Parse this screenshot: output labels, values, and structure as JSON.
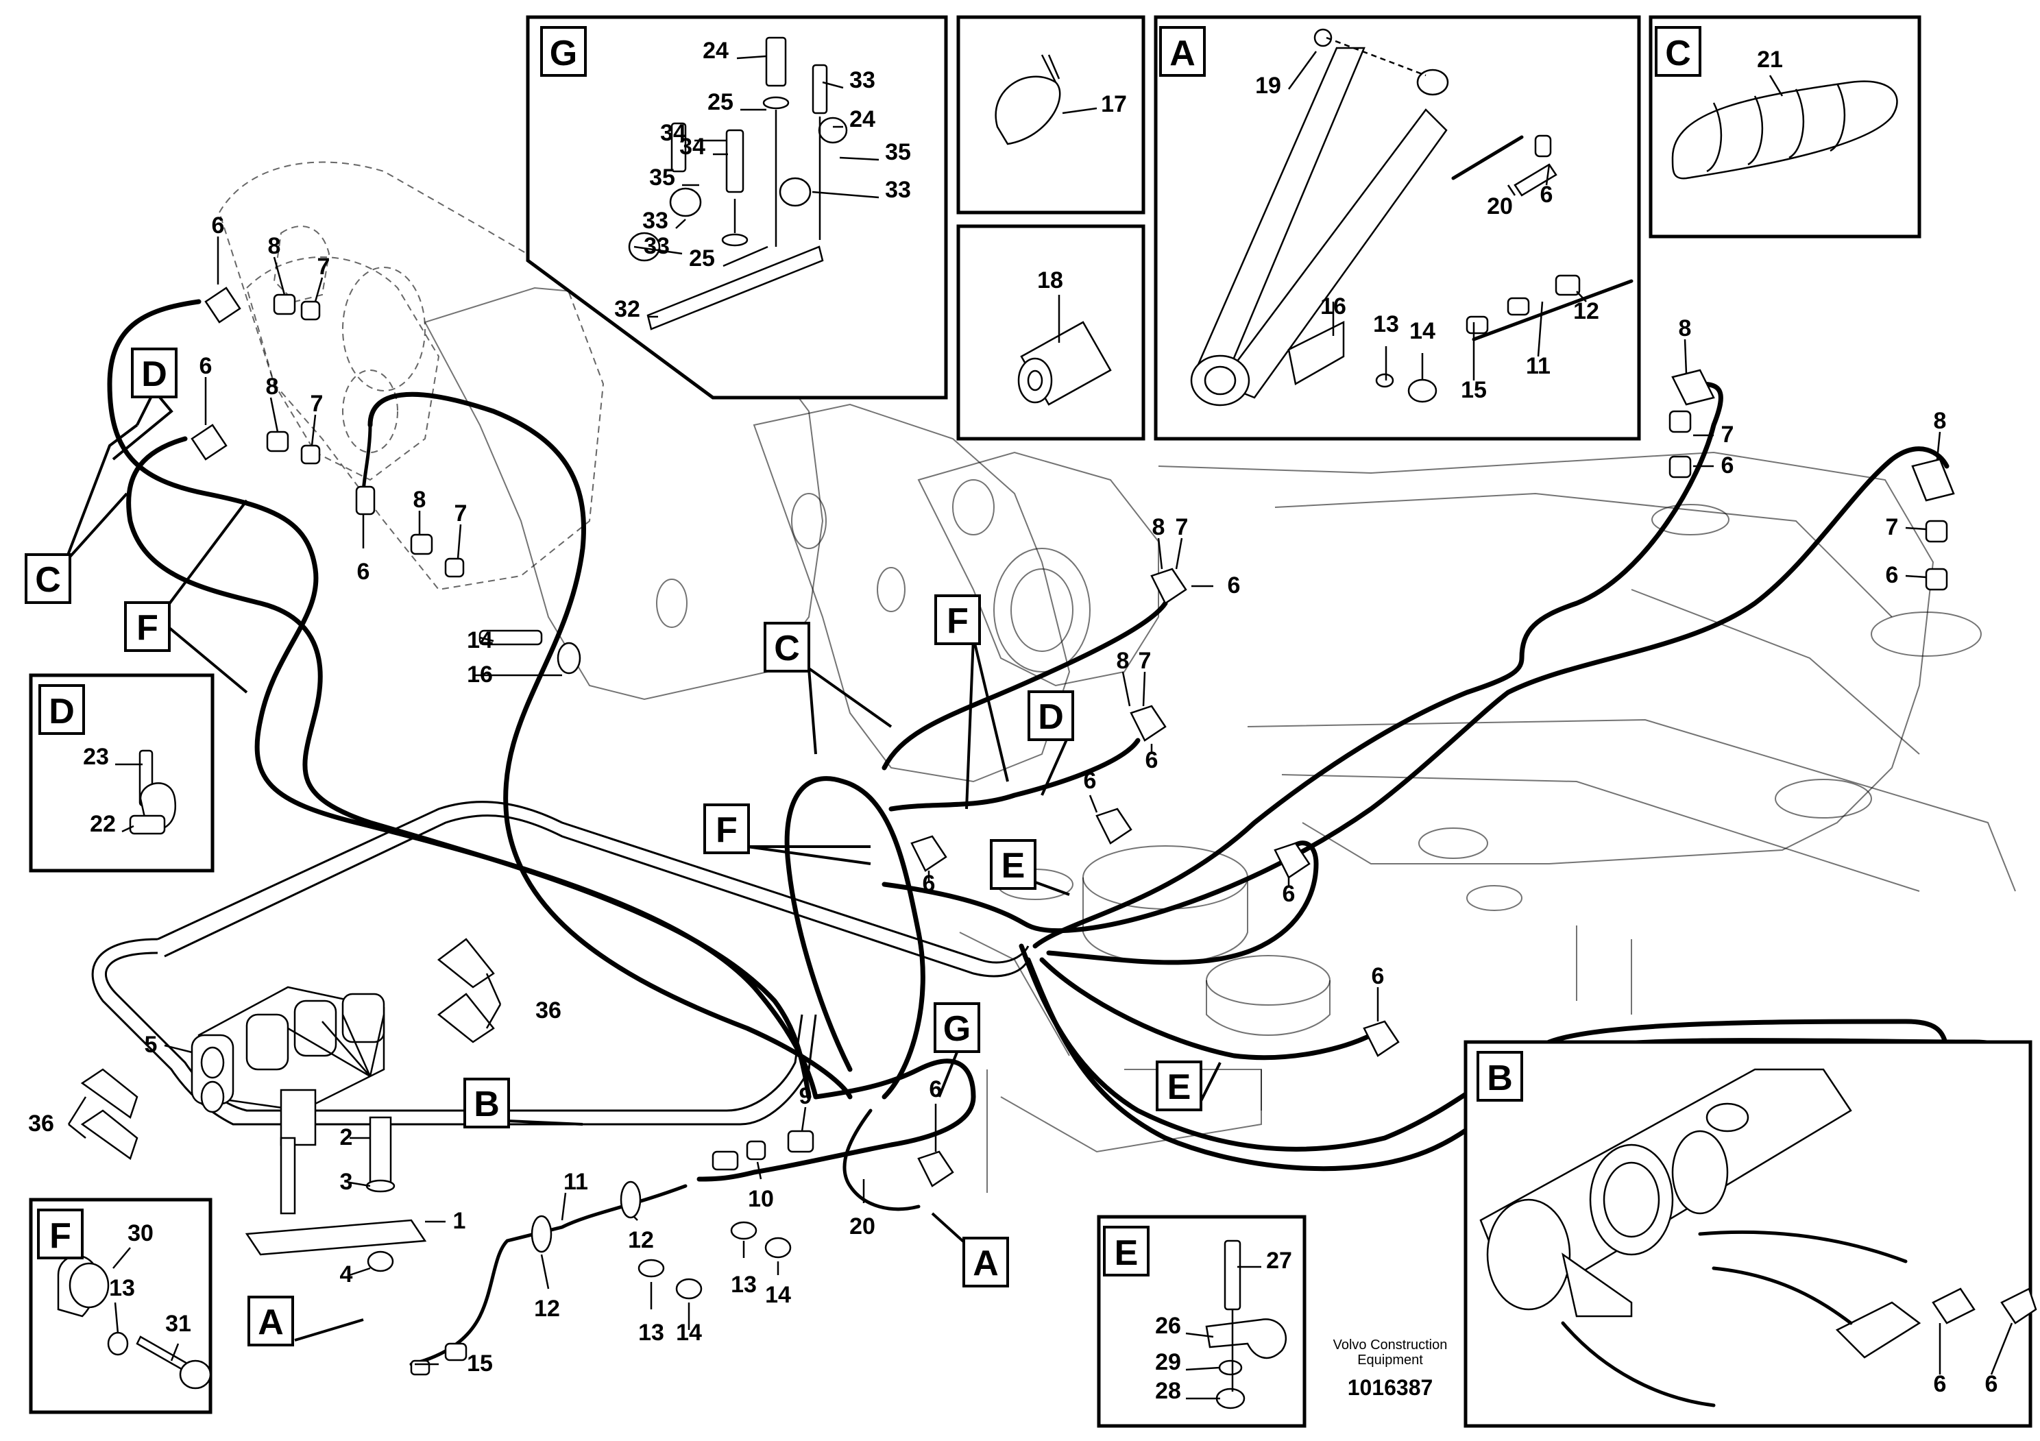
{
  "credit": {
    "line1": "Volvo Construction",
    "line2": "Equipment",
    "doc_number": "1016387"
  },
  "insets": [
    {
      "letter": "G",
      "callouts": [
        "24",
        "25",
        "34",
        "35",
        "33",
        "33",
        "33",
        "24",
        "34",
        "35",
        "33",
        "25",
        "32"
      ]
    },
    {
      "letter": "",
      "callouts": [
        "17"
      ]
    },
    {
      "letter": "",
      "callouts": [
        "18"
      ]
    },
    {
      "letter": "A",
      "callouts": [
        "19",
        "20",
        "6",
        "16",
        "13",
        "14",
        "15",
        "11",
        "12"
      ]
    },
    {
      "letter": "C",
      "callouts": [
        "21"
      ]
    },
    {
      "letter": "D",
      "callouts": [
        "23",
        "22"
      ]
    },
    {
      "letter": "F",
      "callouts": [
        "30",
        "13",
        "31"
      ]
    },
    {
      "letter": "E",
      "callouts": [
        "27",
        "26",
        "29",
        "28"
      ]
    },
    {
      "letter": "B",
      "callouts": [
        "6",
        "6"
      ]
    }
  ],
  "view_tags": [
    {
      "letter": "D"
    },
    {
      "letter": "C"
    },
    {
      "letter": "F"
    },
    {
      "letter": "C"
    },
    {
      "letter": "F"
    },
    {
      "letter": "D"
    },
    {
      "letter": "F"
    },
    {
      "letter": "E"
    },
    {
      "letter": "G"
    },
    {
      "letter": "B"
    },
    {
      "letter": "E"
    },
    {
      "letter": "A"
    },
    {
      "letter": "A"
    }
  ],
  "callouts": [
    "6",
    "8",
    "7",
    "6",
    "8",
    "7",
    "6",
    "8",
    "7",
    "14",
    "16",
    "8",
    "7",
    "6",
    "8",
    "7",
    "6",
    "6",
    "6",
    "6",
    "6",
    "8",
    "7",
    "6",
    "8",
    "7",
    "6",
    "36",
    "36",
    "5",
    "2",
    "3",
    "1",
    "4",
    "11",
    "12",
    "12",
    "13",
    "14",
    "13",
    "14",
    "9",
    "10",
    "6",
    "20",
    "15",
    "6"
  ]
}
